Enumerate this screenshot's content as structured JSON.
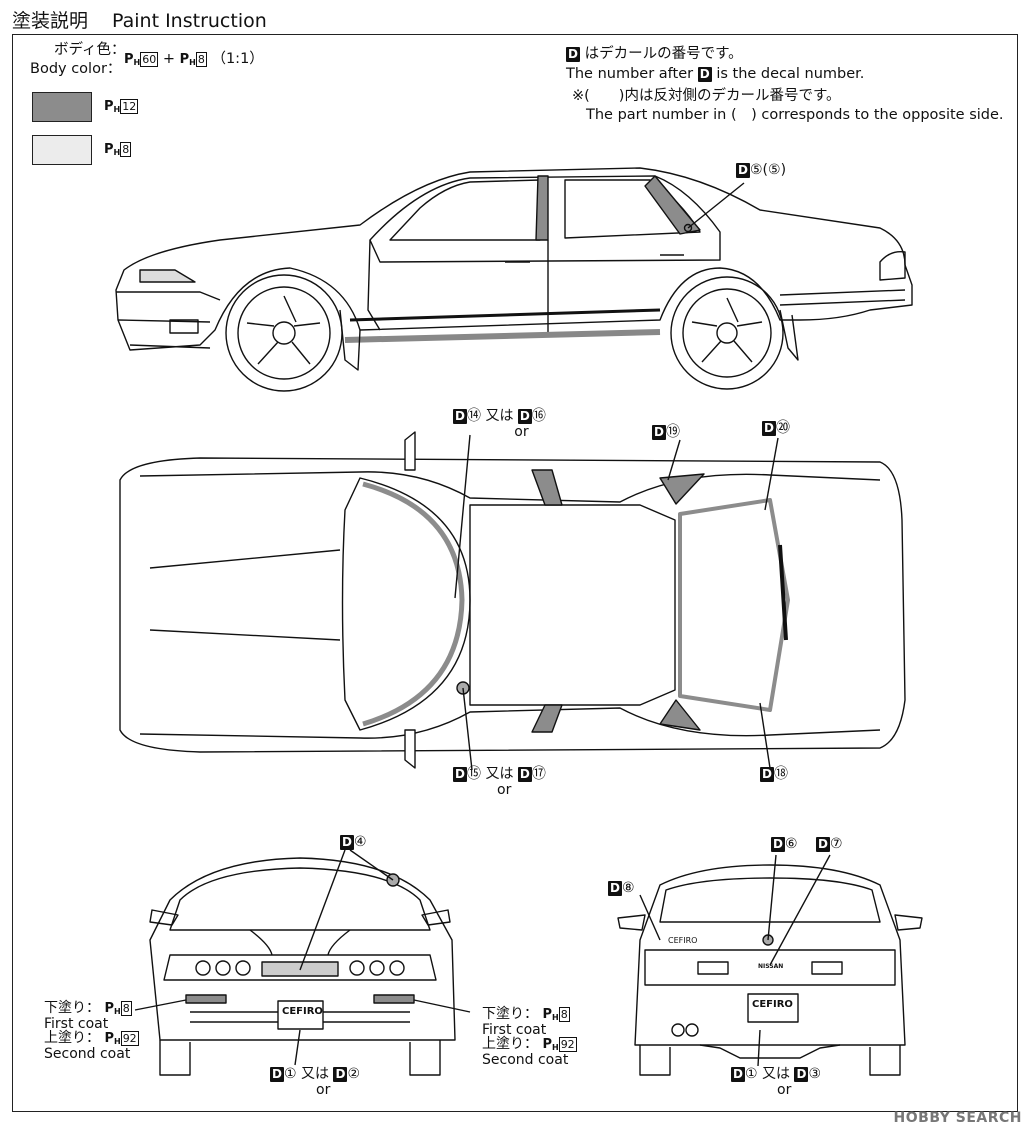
{
  "header": {
    "title_jp": "塗装説明",
    "title_en": "Paint Instruction"
  },
  "body_color": {
    "label_jp": "ボディ色：",
    "label_en": "Body color：",
    "code_a": "60",
    "code_b": "8",
    "ratio": "（1:1）"
  },
  "swatches": [
    {
      "code": "12",
      "color": "#8c8c8c"
    },
    {
      "code": "8",
      "color": "#ececec"
    }
  ],
  "notes": {
    "line1_jp": "はデカールの番号です。",
    "line1_en_a": "The number after",
    "line1_en_b": "is the decal number.",
    "line2_jp": "※(　　)内は反対側のデカール番号です。",
    "line2_en": "The part number in (　) corresponds to the opposite side."
  },
  "decals": {
    "side": "⑤(⑤)",
    "top_l_a": "⑭",
    "top_l_b": "⑯",
    "top_19": "⑲",
    "top_20": "⑳",
    "top_b_a": "⑮",
    "top_b_b": "⑰",
    "top_18": "⑱",
    "front_4": "④",
    "front_1": "①",
    "front_2": "②",
    "rear_6": "⑥",
    "rear_7": "⑦",
    "rear_8": "⑧",
    "rear_1": "①",
    "rear_3": "③"
  },
  "words": {
    "mata_wa": "又は",
    "or": "or"
  },
  "coats": {
    "first_jp": "下塗り：",
    "first_en": "First coat",
    "first_code": "8",
    "second_jp": "上塗り：",
    "second_en": "Second coat",
    "second_code": "92"
  },
  "plates": {
    "front": "CEFIRO",
    "rear": "CEFIRO",
    "trunk_badge": "CEFIRO",
    "rear_brand": "NISSAN"
  },
  "watermark": "HOBBY SEARCH"
}
